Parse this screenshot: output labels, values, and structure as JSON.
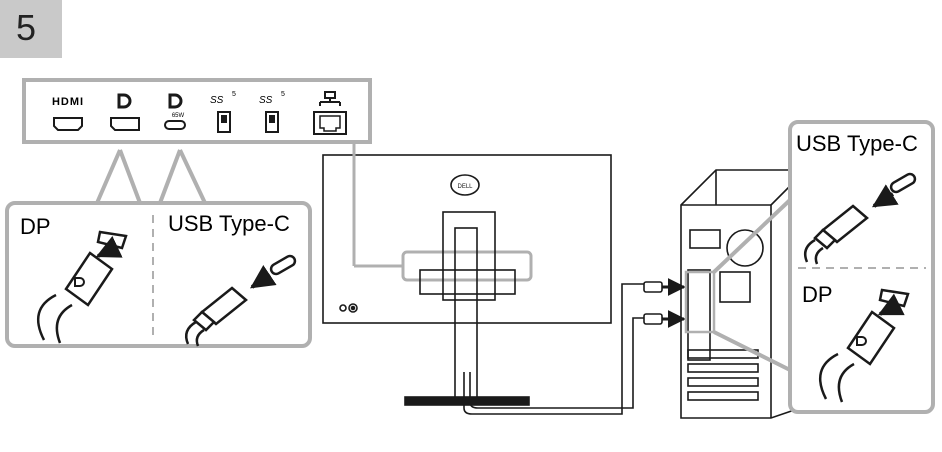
{
  "step": {
    "number": "5"
  },
  "ports_panel": {
    "ports": [
      {
        "icon": "hdmi-port-icon",
        "label": "HDMI"
      },
      {
        "icon": "displayport-icon",
        "label": ""
      },
      {
        "icon": "usb-c-displayport-icon",
        "label": "65W"
      },
      {
        "icon": "usb-superspeed-icon",
        "label": "SS",
        "superscript": "5"
      },
      {
        "icon": "usb-superspeed-icon",
        "label": "SS",
        "superscript": "5"
      },
      {
        "icon": "ethernet-icon",
        "label": ""
      }
    ]
  },
  "callouts": {
    "left_dp": "DP",
    "left_usbc": "USB Type-C",
    "right_usbc": "USB Type-C",
    "right_dp": "DP"
  },
  "monitor": {
    "logo_text": "DELL"
  },
  "colors": {
    "step_badge": "#c9c9c9",
    "panel_border": "#b0b0b0",
    "line": "#1a1a1a"
  }
}
